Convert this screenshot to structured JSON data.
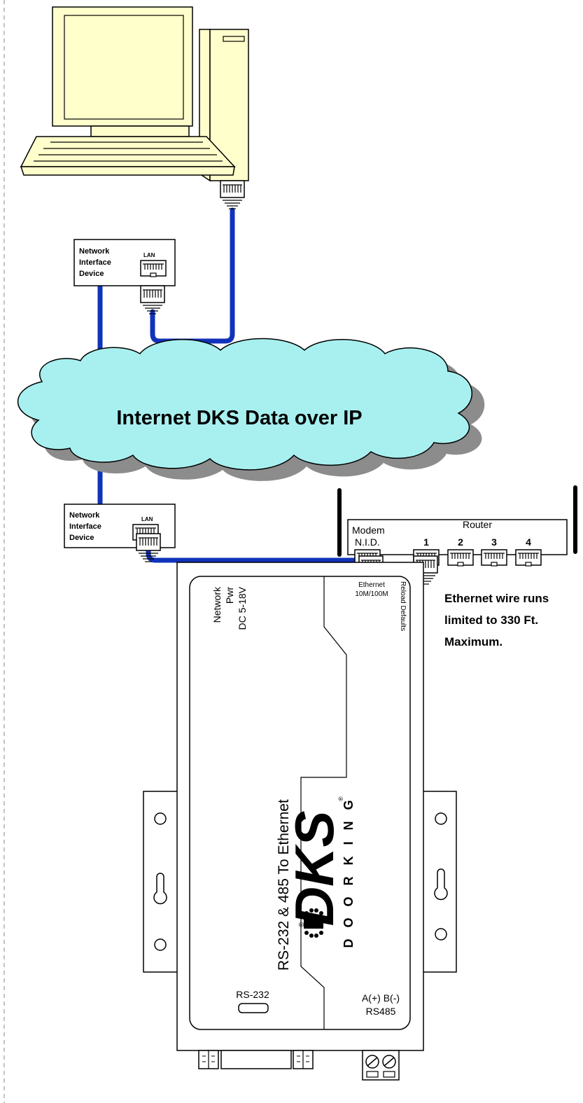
{
  "colors": {
    "cable": "#1133bb",
    "cloud_fill": "#a8f0f0",
    "cloud_shadow": "#8c8c8c",
    "computer_fill": "#ffffcc",
    "outline": "#000000"
  },
  "nid_top": {
    "line1": "Network",
    "line2": "Interface",
    "line3": "Device",
    "port_label": "LAN"
  },
  "nid_bottom": {
    "line1": "Network",
    "line2": "Interface",
    "line3": "Device",
    "port_label": "LAN"
  },
  "cloud": {
    "label": "Internet DKS Data over IP"
  },
  "router": {
    "title": "Router",
    "modem_label": "Modem",
    "nid_label": "N.I.D.",
    "ports": [
      "1",
      "2",
      "3",
      "4"
    ]
  },
  "note": {
    "line1": "Ethernet wire runs",
    "line2": "limited to 330 Ft.",
    "line3": "Maximum."
  },
  "converter": {
    "network_label": "Network",
    "pwr_label": "Pwr",
    "dc_label": "DC 5-18V",
    "title": "RS-232 & 485 To Ethernet",
    "ethernet_label": "Ethernet",
    "speed_label": "10M/100M",
    "reload_label": "Reload Defaults",
    "rs232_label": "RS-232",
    "rs485_terminals": "A(+)  B(-)",
    "rs485_label": "RS485",
    "brand_main": "DKS",
    "brand_sub": "DOORKING",
    "registered": "®"
  }
}
